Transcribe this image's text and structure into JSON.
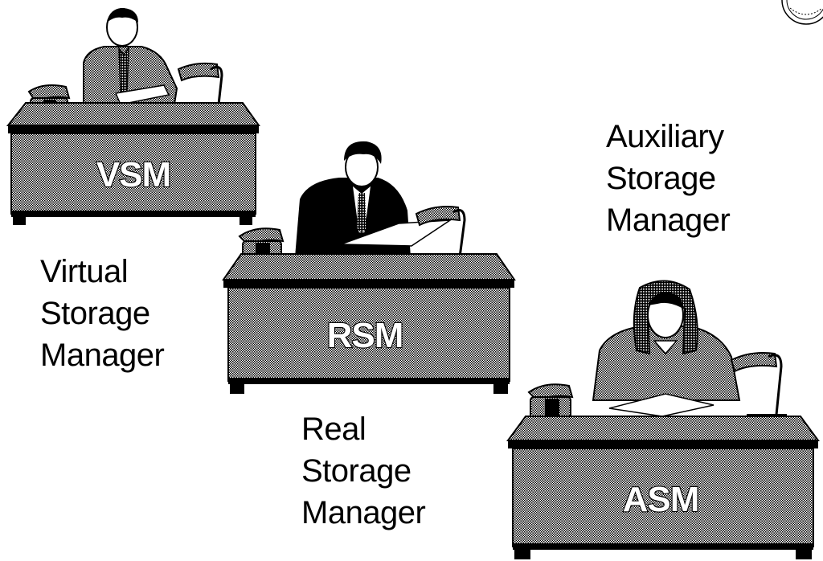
{
  "managers": [
    {
      "key": "vsm",
      "acronym": "VSM",
      "caption": [
        "Virtual",
        "Storage",
        "Manager"
      ],
      "seated_person": "man-in-shirt-and-tie"
    },
    {
      "key": "rsm",
      "acronym": "RSM",
      "caption": [
        "Real",
        "Storage",
        "Manager"
      ],
      "seated_person": "man-in-suit"
    },
    {
      "key": "asm",
      "acronym": "ASM",
      "caption": [
        "Auxiliary",
        "Storage",
        "Manager"
      ],
      "seated_person": "woman-in-jacket"
    }
  ],
  "icons": [
    "telephone-icon",
    "desk-lamp-icon",
    "document-icon",
    "seal-logo-icon"
  ],
  "colors": {
    "ink": "#000000",
    "paper": "#ffffff",
    "desk_shading": "#9a9a9a"
  }
}
